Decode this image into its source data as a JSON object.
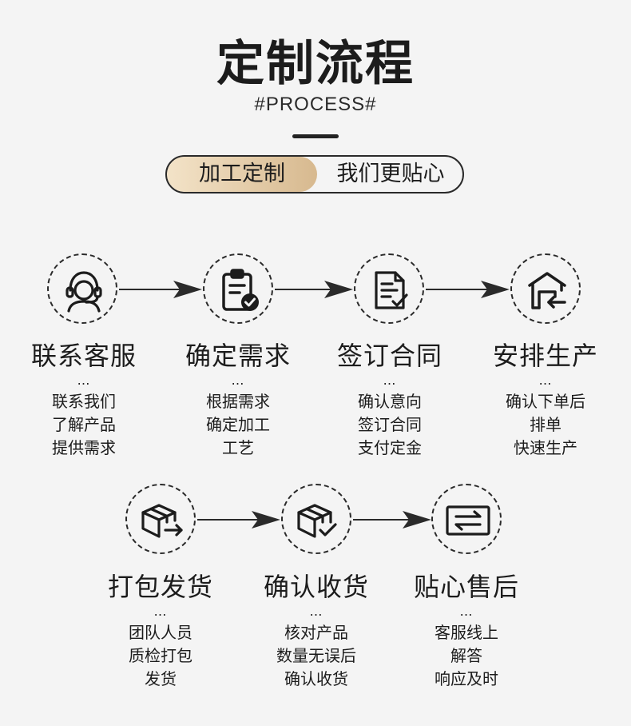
{
  "header": {
    "title": "定制流程",
    "subtitle": "#PROCESS#",
    "pill_left": "加工定制",
    "pill_right": "我们更贴心"
  },
  "steps": [
    {
      "title": "联系客服",
      "dots": "…",
      "lines": [
        "联系我们",
        "了解产品",
        "提供需求"
      ],
      "icon": "customer-service-headset-icon"
    },
    {
      "title": "确定需求",
      "dots": "…",
      "lines": [
        "根据需求",
        "确定加工",
        "工艺"
      ],
      "icon": "clipboard-check-icon"
    },
    {
      "title": "签订合同",
      "dots": "…",
      "lines": [
        "确认意向",
        "签订合同",
        "支付定金"
      ],
      "icon": "contract-document-icon"
    },
    {
      "title": "安排生产",
      "dots": "…",
      "lines": [
        "确认下单后",
        "排单",
        "快速生产"
      ],
      "icon": "factory-warehouse-icon"
    },
    {
      "title": "打包发货",
      "dots": "…",
      "lines": [
        "团队人员",
        "质检打包",
        "发货"
      ],
      "icon": "package-ship-icon"
    },
    {
      "title": "确认收货",
      "dots": "…",
      "lines": [
        "核对产品",
        "数量无误后",
        "确认收货"
      ],
      "icon": "package-check-icon"
    },
    {
      "title": "贴心售后",
      "dots": "…",
      "lines": [
        "客服线上",
        "解答",
        "响应及时"
      ],
      "icon": "exchange-arrows-icon"
    }
  ],
  "colors": {
    "text": "#1c1c1c",
    "background": "#f4f4f4",
    "pill_gold_start": "#f3e3c8",
    "pill_gold_end": "#d7b98f"
  }
}
